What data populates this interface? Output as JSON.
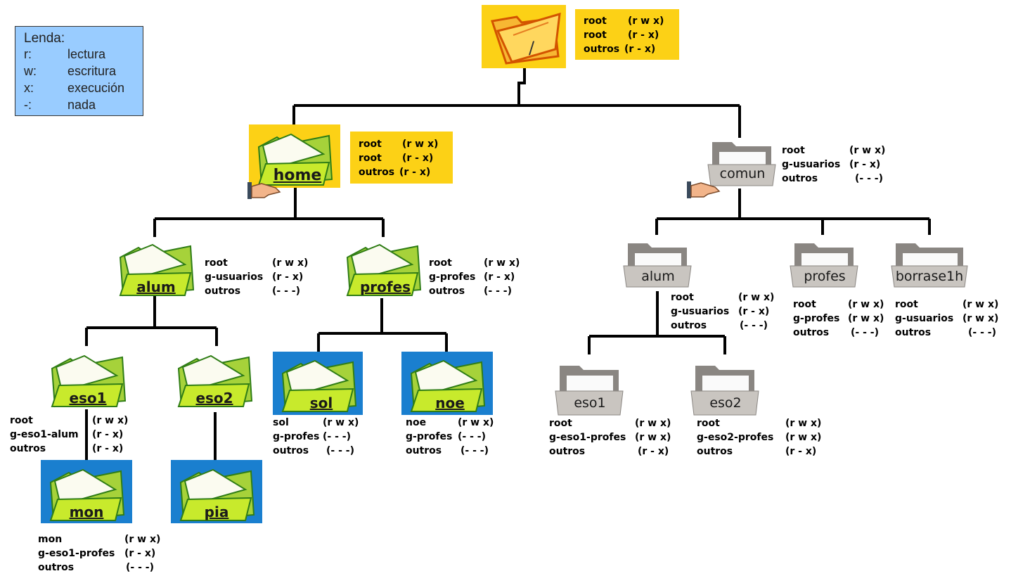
{
  "legend": {
    "title": "Lenda:",
    "items": [
      {
        "key": "r:",
        "desc": "lectura"
      },
      {
        "key": "w:",
        "desc": "escritura"
      },
      {
        "key": "x:",
        "desc": "execución"
      },
      {
        "key": "-:",
        "desc": "nada"
      }
    ]
  },
  "colors": {
    "legend_bg": "#99ccff",
    "highlight_yellow": "#fcd116",
    "highlight_blue": "#1a7fcf",
    "folder_green": "#b7e000",
    "folder_grey": "#b0aca7",
    "lines": "#000000"
  },
  "nodes": {
    "root": {
      "label": "/",
      "icon": "open-folder-orange-icon",
      "perms": [
        {
          "who": "root",
          "rights": "(r w x)"
        },
        {
          "who": "root",
          "rights": "(r - x)"
        },
        {
          "who": "outros",
          "rights": "(r - x)"
        }
      ]
    },
    "home": {
      "label": "home",
      "icon": "green-folder-icon",
      "perms": [
        {
          "who": "root",
          "rights": "(r w x)"
        },
        {
          "who": "root",
          "rights": "(r - x)"
        },
        {
          "who": "outros",
          "rights": "(r - x)"
        }
      ]
    },
    "alum": {
      "label": "alum",
      "icon": "green-folder-icon",
      "perms": [
        {
          "who": "root",
          "rights": "(r w x)"
        },
        {
          "who": "g-usuarios",
          "rights": "(r - x)"
        },
        {
          "who": "outros",
          "rights": "(- - -)"
        }
      ]
    },
    "profes": {
      "label": "profes",
      "icon": "green-folder-icon",
      "perms": [
        {
          "who": "root",
          "rights": "(r w x)"
        },
        {
          "who": "g-profes",
          "rights": "(r - x)"
        },
        {
          "who": "outros",
          "rights": "(- - -)"
        }
      ]
    },
    "eso1": {
      "label": "eso1",
      "icon": "green-folder-icon",
      "perms": [
        {
          "who": "root",
          "rights": "(r w x)"
        },
        {
          "who": "g-eso1-alum",
          "rights": "(r - x)"
        },
        {
          "who": "outros",
          "rights": "(r - x)"
        }
      ]
    },
    "eso2": {
      "label": "eso2",
      "icon": "green-folder-icon"
    },
    "mon": {
      "label": "mon",
      "icon": "green-folder-icon",
      "perms": [
        {
          "who": "mon",
          "rights": "(r w x)"
        },
        {
          "who": "g-eso1-profes",
          "rights": "(r - x)"
        },
        {
          "who": "outros",
          "rights": "(- - -)"
        }
      ]
    },
    "pia": {
      "label": "pia",
      "icon": "green-folder-icon"
    },
    "sol": {
      "label": "sol",
      "icon": "green-folder-icon",
      "perms": [
        {
          "who": "sol",
          "rights": "(r w x)"
        },
        {
          "who": "g-profes",
          "rights": "(- - -)"
        },
        {
          "who": "outros",
          "rights": "(- - -)"
        }
      ]
    },
    "noe": {
      "label": "noe",
      "icon": "green-folder-icon",
      "perms": [
        {
          "who": "noe",
          "rights": "(r w x)"
        },
        {
          "who": "g-profes",
          "rights": "(- - -)"
        },
        {
          "who": "outros",
          "rights": "(- - -)"
        }
      ]
    },
    "comun": {
      "label": "comun",
      "icon": "grey-folder-icon",
      "perms": [
        {
          "who": "root",
          "rights": "(r w x)"
        },
        {
          "who": "g-usuarios",
          "rights": "(r - x)"
        },
        {
          "who": "outros",
          "rights": "(- - -)"
        }
      ]
    },
    "calum": {
      "label": "alum",
      "icon": "grey-folder-icon",
      "perms": [
        {
          "who": "root",
          "rights": "(r w x)"
        },
        {
          "who": "g-usuarios",
          "rights": "(r - x)"
        },
        {
          "who": "outros",
          "rights": "(- - -)"
        }
      ]
    },
    "cprofes": {
      "label": "profes",
      "icon": "grey-folder-icon",
      "perms": [
        {
          "who": "root",
          "rights": "(r w x)"
        },
        {
          "who": "g-profes",
          "rights": "(r w x)"
        },
        {
          "who": "outros",
          "rights": "(- - -)"
        }
      ]
    },
    "borrase": {
      "label": "borrase1h",
      "icon": "grey-folder-icon",
      "perms": [
        {
          "who": "root",
          "rights": "(r w x)"
        },
        {
          "who": "g-usuarios",
          "rights": "(r w x)"
        },
        {
          "who": "outros",
          "rights": "(- - -)"
        }
      ]
    },
    "ceso1": {
      "label": "eso1",
      "icon": "grey-folder-icon",
      "perms": [
        {
          "who": "root",
          "rights": "(r w x)"
        },
        {
          "who": "g-eso1-profes",
          "rights": "(r w x)"
        },
        {
          "who": "outros",
          "rights": "(r - x)"
        }
      ]
    },
    "ceso2": {
      "label": "eso2",
      "icon": "grey-folder-icon",
      "perms": [
        {
          "who": "root",
          "rights": "(r w x)"
        },
        {
          "who": "g-eso2-profes",
          "rights": "(r w x)"
        },
        {
          "who": "outros",
          "rights": "(r - x)"
        }
      ]
    }
  },
  "shared_icon": "hand-share-icon"
}
